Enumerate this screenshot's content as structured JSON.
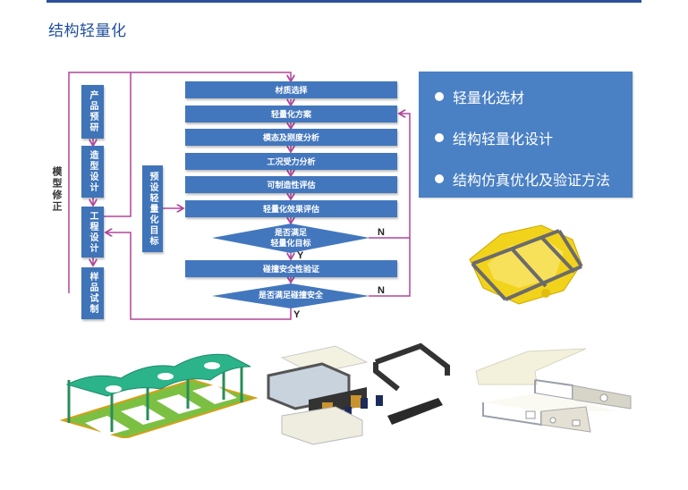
{
  "header": {
    "title": "结构轻量化"
  },
  "flowchart": {
    "side_label": "模型修正",
    "left_steps": [
      {
        "label": "产品预研"
      },
      {
        "label": "造型设计"
      },
      {
        "label": "工程设计"
      },
      {
        "label": "样品试制"
      }
    ],
    "target_box": {
      "label": "预设轻量化目标"
    },
    "main_steps": [
      {
        "label": "材质选择"
      },
      {
        "label": "轻量化方案"
      },
      {
        "label": "模态及刚度分析"
      },
      {
        "label": "工况受力分析"
      },
      {
        "label": "可制造性评估"
      },
      {
        "label": "轻量化效果评估"
      }
    ],
    "decision1": {
      "line1": "是否满足",
      "line2": "轻量化目标",
      "yes": "Y",
      "no": "N"
    },
    "collision_step": {
      "label": "碰撞安全性验证"
    },
    "decision2": {
      "label": "是否满足碰撞安全",
      "yes": "Y",
      "no": "N"
    },
    "connector_color": "#b0479a",
    "box_color": "#3f74b8"
  },
  "features": {
    "items": [
      {
        "label": "轻量化选材"
      },
      {
        "label": "结构轻量化设计"
      },
      {
        "label": "结构仿真优化及验证方法"
      }
    ],
    "panel_color": "#4a80c4"
  },
  "images": [
    {
      "name": "yellow-housing-with-frame",
      "desc": "yellow housing with steel frame"
    },
    {
      "name": "green-frame-simulation",
      "desc": "green stress simulation of frame"
    },
    {
      "name": "exploded-enclosure-assembly",
      "desc": "exploded enclosure assembly"
    },
    {
      "name": "sheet-metal-case",
      "desc": "sheet metal case"
    }
  ]
}
